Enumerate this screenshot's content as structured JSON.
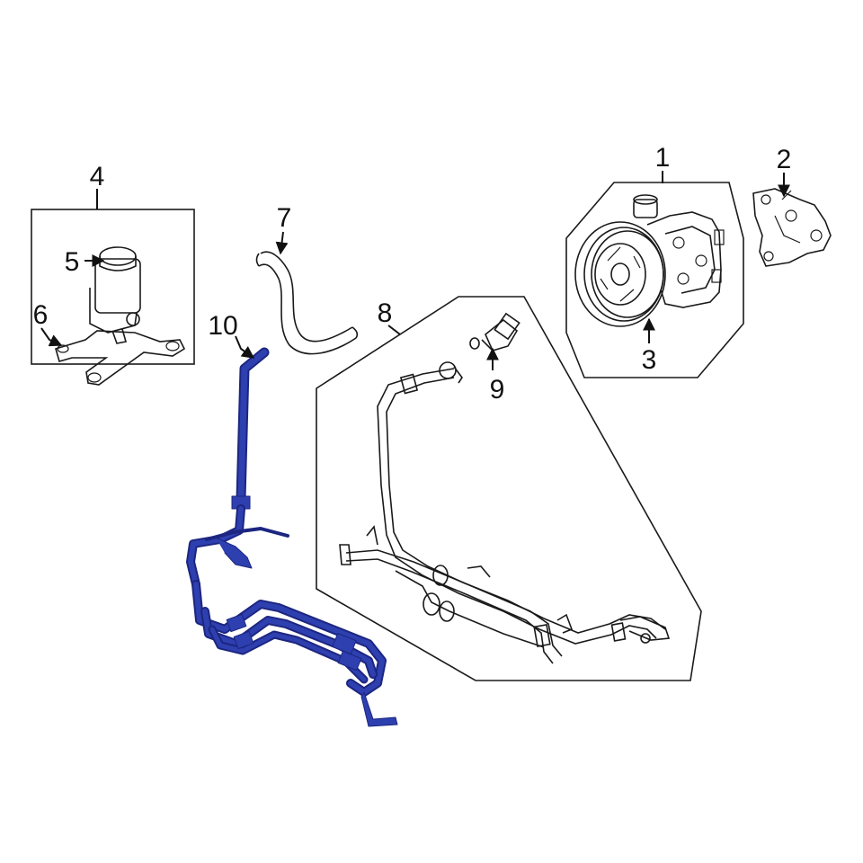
{
  "colors": {
    "highlight": "#2e3fb0",
    "highlight_outline": "#1c2680",
    "line": "#1a1a1a",
    "background": "#ffffff"
  },
  "callouts": {
    "c1": "1",
    "c2": "2",
    "c3": "3",
    "c4": "4",
    "c5": "5",
    "c6": "6",
    "c7": "7",
    "c8": "8",
    "c9": "9",
    "c10": "10"
  }
}
